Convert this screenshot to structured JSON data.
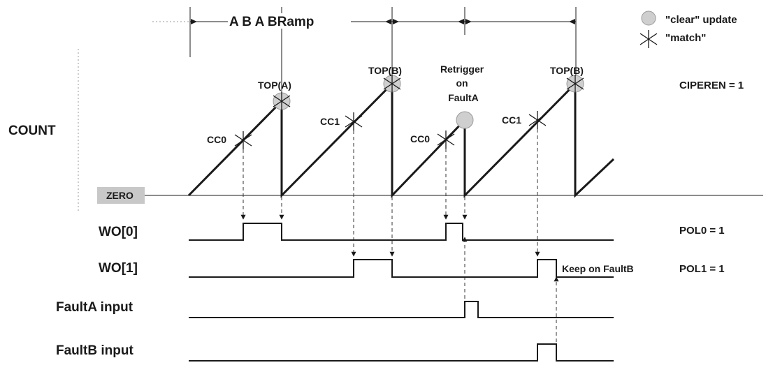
{
  "header": {
    "ramp_label": "A B A BRamp"
  },
  "legend": {
    "clear_update": "\"clear\" update",
    "match": "\"match\"",
    "clear_color": "#cfcfcf"
  },
  "count": {
    "label": "COUNT",
    "zero_label": "ZERO",
    "zero_bg": "#c8c8c8"
  },
  "markers": {
    "top_a": "TOP(A)",
    "top_b_1": "TOP(B)",
    "top_b_2": "TOP(B)",
    "cc0_1": "CC0",
    "cc1_1": "CC1",
    "cc0_2": "CC0",
    "cc1_2": "CC1",
    "retrigger": [
      "Retrigger",
      "on",
      "FaultA"
    ]
  },
  "signals": {
    "wo0": "WO[0]",
    "wo1": "WO[1]",
    "faulta": "FaultA input",
    "faultb": "FaultB input"
  },
  "settings": {
    "ciperen": "CIPEREN = 1",
    "pol0": "POL0 = 1",
    "pol1": "POL1 = 1"
  },
  "notes": {
    "keep_faultb": "Keep on FaultB"
  }
}
